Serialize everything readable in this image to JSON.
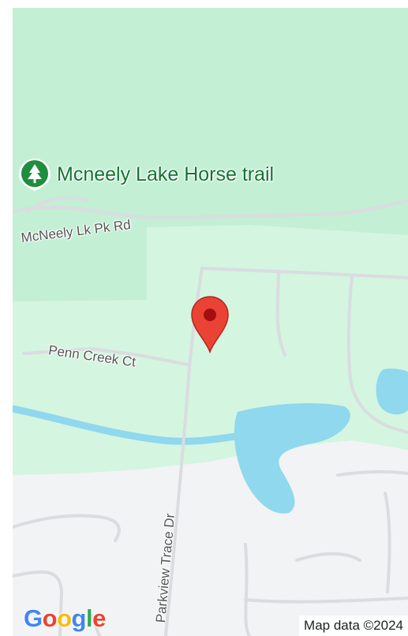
{
  "poi": {
    "name": "Mcneely Lake Horse trail",
    "icon": "tree-icon",
    "color": "#1e8e3e"
  },
  "roads": {
    "mcneely": "McNeely Lk Pk Rd",
    "penn_creek": "Penn Creek Ct",
    "parkview": "Parkview Trace Dr"
  },
  "marker": {
    "icon": "map-pin-icon",
    "color": "#ea4335"
  },
  "logo": {
    "text": "Google",
    "letters": [
      {
        "ch": "G",
        "color": "#4285F4"
      },
      {
        "ch": "o",
        "color": "#EA4335"
      },
      {
        "ch": "o",
        "color": "#FBBC05"
      },
      {
        "ch": "g",
        "color": "#4285F4"
      },
      {
        "ch": "l",
        "color": "#34A853"
      },
      {
        "ch": "e",
        "color": "#EA4335"
      }
    ]
  },
  "attribution": "Map data ©2024",
  "colors": {
    "park_dark": "#c3efd5",
    "park_light": "#d4f5e0",
    "urban": "#f1f3f4",
    "water": "#8fd8ee",
    "road": "#dadce0"
  }
}
